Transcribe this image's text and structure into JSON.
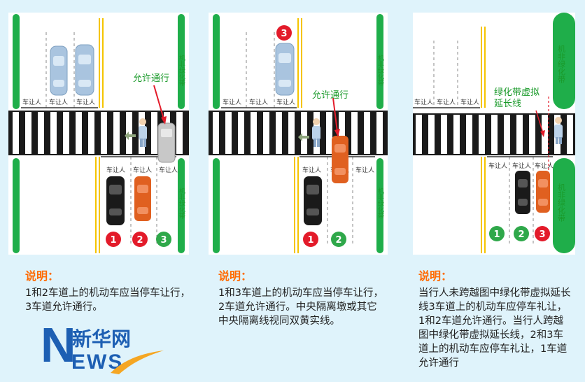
{
  "lane_label": "车让人",
  "panels": [
    {
      "annotation": "允许通行",
      "side_label": "机非绿化带",
      "badges": [
        "1",
        "2",
        "3"
      ],
      "badge_colors": [
        "#e31b2a",
        "#e31b2a",
        "#2fa84a"
      ]
    },
    {
      "annotation": "允许通行",
      "side_label": "机非绿化带",
      "badges": [
        "3",
        "1",
        "2"
      ],
      "badge_colors": [
        "#e31b2a",
        "#e31b2a",
        "#2fa84a"
      ]
    },
    {
      "annotation_line1": "绿化带虚拟",
      "annotation_line2": "延长线",
      "side_label": "机非绿化带",
      "badges": [
        "1",
        "2",
        "3"
      ],
      "badge_colors": [
        "#2fa84a",
        "#2fa84a",
        "#e31b2a"
      ]
    }
  ],
  "captions": [
    {
      "title": "说明：",
      "text": "1和2车道上的机动车应当停车让行，3车道允许通行。"
    },
    {
      "title": "说明：",
      "text": "1和3车道上的机动车应当停车让行，2车道允许通行。中央隔离墩或其它中央隔离线视同双黄实线。"
    },
    {
      "title": "说明：",
      "text": "当行人未跨越图中绿化带虚拟延长线3车道上的机动车应停车礼让，1和2车道允许通行。当行人跨越图中绿化带虚拟延长线，2和3车道上的机动车应停车礼让，1车道允许通行"
    }
  ],
  "logo": {
    "letter": "N",
    "chinese": "新华网",
    "ews": "EWS"
  },
  "colors": {
    "green_belt": "#1fae4a",
    "yellow_line": "#f5c400",
    "red_car": "#e06020",
    "black_car": "#1a1a1a",
    "blue_car": "#a9c4df",
    "annotation_green": "#1a9a2a"
  }
}
